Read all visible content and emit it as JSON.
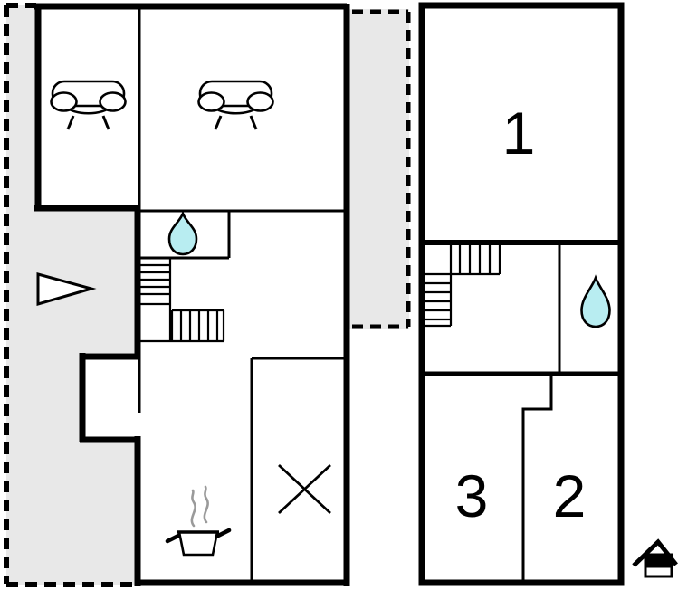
{
  "diagram": {
    "type": "floor-plan",
    "floors": [
      {
        "name": "ground-floor",
        "features": [
          "sofa",
          "sofa",
          "bathroom-water-drop",
          "l-shaped-staircase",
          "entrance-arrow",
          "cooking-pot",
          "cross-marker",
          "terrace-left",
          "terrace-middle",
          "entry-alcove"
        ]
      },
      {
        "name": "upper-floor",
        "features": [
          "l-shaped-staircase",
          "bathroom-water-drop",
          "home-marker"
        ]
      }
    ]
  },
  "floor2": {
    "rooms": [
      {
        "label": "1"
      },
      {
        "label": "2"
      },
      {
        "label": "3"
      }
    ]
  },
  "icons": {
    "sofa": "sofa-icon",
    "water_drop": "water-drop-icon",
    "arrow": "entrance-arrow-icon",
    "pot": "cooking-pot-icon",
    "cross": "cross-marker-icon",
    "home": "home-icon"
  },
  "colors": {
    "background": "#ffffff",
    "wall": "#000000",
    "terrace_fill": "#e8e8e8",
    "water_drop_fill": "#b8edf1",
    "steam": "#9a9a9a",
    "label": "#000000"
  }
}
